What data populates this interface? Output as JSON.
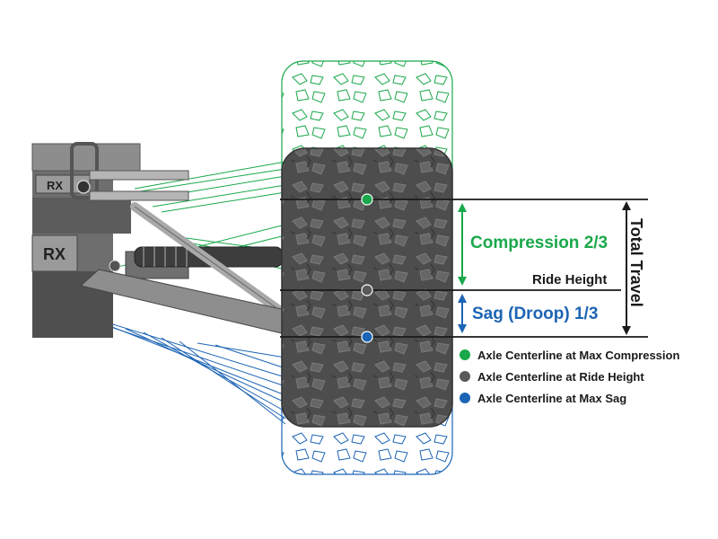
{
  "labels": {
    "compression": "Compression 2/3",
    "ride_height": "Ride Height",
    "sag": "Sag (Droop) 1/3",
    "total_travel": "Total Travel",
    "chassis_text_1": "RX",
    "chassis_text_2": "RX"
  },
  "legend": [
    {
      "text": "Axle Centerline at Max Compression",
      "color": "#1aa84a"
    },
    {
      "text": "Axle Centerline at Ride Height",
      "color": "#5a5a5a"
    },
    {
      "text": "Axle Centerline at Max Sag",
      "color": "#1c64b4"
    }
  ],
  "colors": {
    "compression_green": "#1aa84a",
    "sag_blue": "#1c64b4",
    "tire_dark": "#4d4d4d",
    "tire_tread": "#6a6a6a",
    "chassis_gray": "#8a8a8a",
    "line_black": "#1a1a1a"
  }
}
